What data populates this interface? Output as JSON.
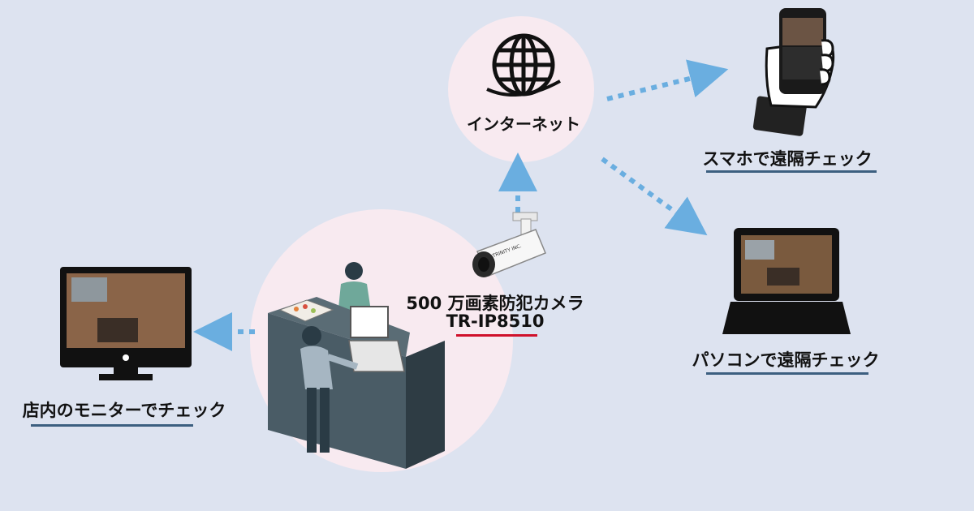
{
  "diagram": {
    "internet_label": "インターネット",
    "smartphone_label": "スマホで遠隔チェック",
    "pc_label": "パソコンで遠隔チェック",
    "store_monitor_label": "店内のモニターでチェック",
    "camera_name": "500 万画素防犯カメラ",
    "camera_model": "TR-IP8510",
    "camera_brand": "TRINITY INC.",
    "colors": {
      "background": "#dde3f0",
      "circle_fill": "#f8eaf0",
      "arrow": "#6aaee0",
      "underline_blue": "#3c5f80",
      "underline_red": "#d0112b"
    },
    "icons": [
      "globe-icon",
      "smartphone-icon",
      "laptop-icon",
      "monitor-icon",
      "security-camera-icon",
      "store-counter-illustration"
    ]
  }
}
